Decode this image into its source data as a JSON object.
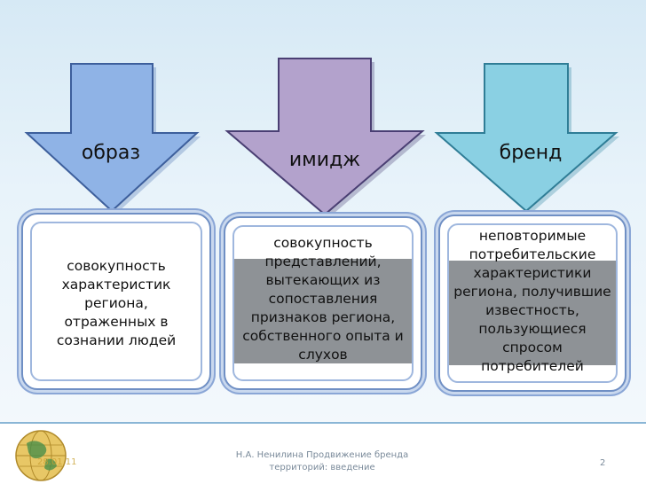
{
  "arrows": [
    {
      "label": "образ",
      "color": "#8fb3e6"
    },
    {
      "label": "имидж",
      "color": "#b3a2cc"
    },
    {
      "label": "бренд",
      "color": "#8ad0e3"
    }
  ],
  "boxes": [
    {
      "lines": [
        "совокупность",
        "характеристик",
        "региона,",
        "отраженных в",
        "сознании людей"
      ]
    },
    {
      "lines": [
        "совокупность",
        "представлений,",
        "вытекающих из",
        "сопоставления",
        "признаков региона,",
        "собственного опыта и",
        "слухов"
      ]
    },
    {
      "lines": [
        "неповторимые",
        "потребительские",
        "характеристики",
        "региона, получившие",
        "известность,",
        "пользующиеся",
        "спросом",
        "потребителей"
      ]
    }
  ],
  "footer": {
    "date": "28.01.11",
    "author_line1": "Н.А. Ненилина Продвижение бренда",
    "author_line2": "территорий: введение",
    "page_number": "2"
  }
}
